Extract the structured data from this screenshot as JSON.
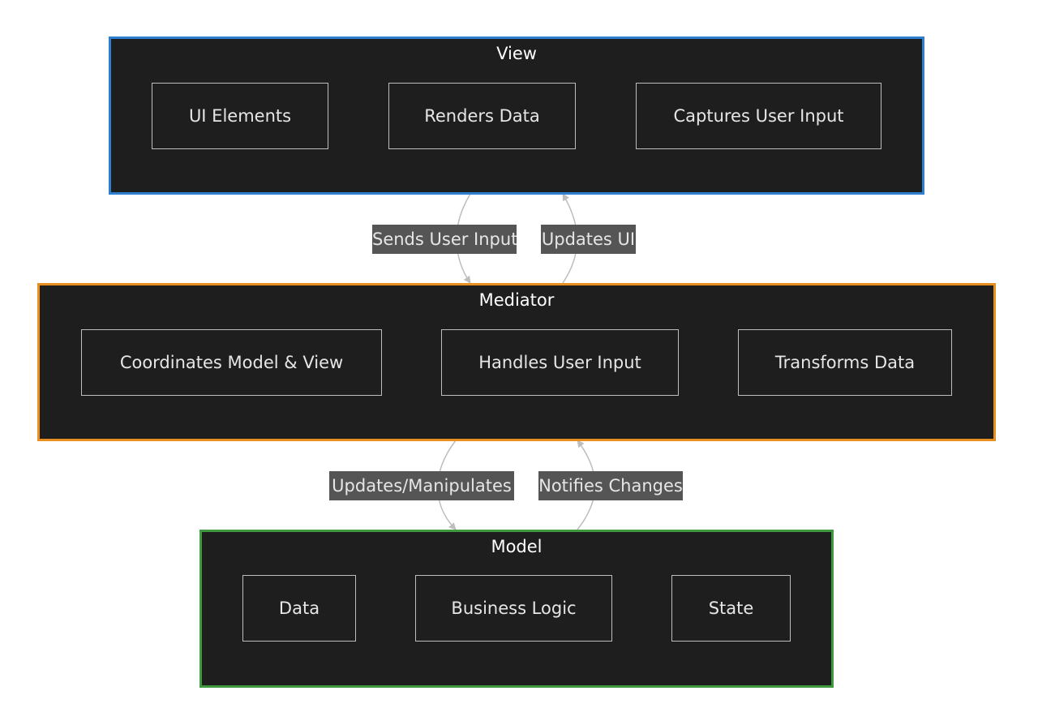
{
  "colors": {
    "background": "#ffffff",
    "cluster_fill": "#1e1e1e",
    "view_border": "#2f7fd1",
    "mediator_border": "#e8901f",
    "model_border": "#3f9a3f",
    "node_border": "#bdbdbd",
    "edge_label_bg": "#555555",
    "edge_color": "#bdbdbd"
  },
  "clusters": {
    "view": {
      "title": "View",
      "nodes": [
        "UI Elements",
        "Renders Data",
        "Captures User Input"
      ]
    },
    "mediator": {
      "title": "Mediator",
      "nodes": [
        "Coordinates Model & View",
        "Handles User Input",
        "Transforms Data"
      ]
    },
    "model": {
      "title": "Model",
      "nodes": [
        "Data",
        "Business Logic",
        "State"
      ]
    }
  },
  "edges": {
    "view_to_mediator": "Sends User Input",
    "mediator_to_view": "Updates UI",
    "mediator_to_model": "Updates/Manipulates",
    "model_to_mediator": "Notifies Changes"
  }
}
